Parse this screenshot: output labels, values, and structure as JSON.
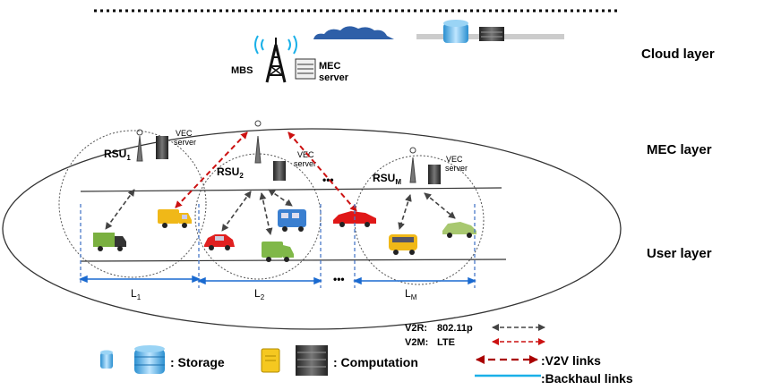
{
  "layers": {
    "cloud": "Cloud layer",
    "mec": "MEC layer",
    "user": "User layer"
  },
  "cloud": {
    "mbs_label": "MBS",
    "mec_server_line1": "MEC",
    "mec_server_line2": "server"
  },
  "rsus": [
    {
      "name": "RSU",
      "sub": "1",
      "server_line1": "VEC",
      "server_line2": "server"
    },
    {
      "name": "RSU",
      "sub": "2",
      "server_line1": "VEC",
      "server_line2": "server"
    },
    {
      "name": "RSU",
      "sub": "M",
      "server_line1": "VEC",
      "server_line2": "server"
    }
  ],
  "segments": [
    {
      "name": "L",
      "sub": "1"
    },
    {
      "name": "L",
      "sub": "2"
    },
    {
      "name": "L",
      "sub": "M"
    }
  ],
  "ellipsis": "•••",
  "protocols": [
    {
      "label": "V2R:",
      "value": "802.11p"
    },
    {
      "label": "V2M:",
      "value": "LTE"
    }
  ],
  "legend": {
    "storage": ": Storage",
    "computation": ": Computation",
    "v2v": ":V2V links",
    "backhaul": ":Backhaul links"
  },
  "colors": {
    "v2r": "#444444",
    "v2m": "#cc1111",
    "v2v": "#aa0000",
    "backhaul": "#1ab0e8",
    "cloud": "#2e5fa8"
  }
}
